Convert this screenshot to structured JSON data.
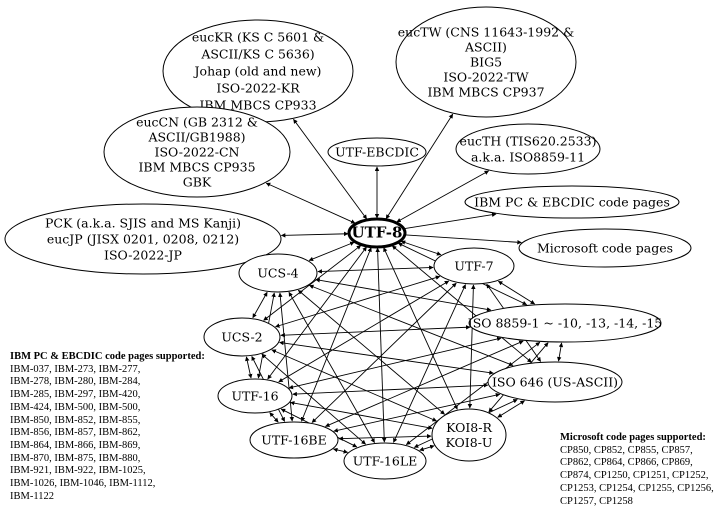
{
  "hub": {
    "label": "UTF-8"
  },
  "nodes": {
    "euckr": [
      "eucKR (KS C 5601 &",
      "ASCII/KS C 5636)",
      "Johap (old and new)",
      "ISO-2022-KR",
      "IBM MBCS CP933"
    ],
    "euctw": [
      "eucTW (CNS 11643-1992 &",
      "ASCII)",
      "BIG5",
      "ISO-2022-TW",
      "IBM MBCS CP937"
    ],
    "euccn": [
      "eucCN (GB 2312 &",
      "ASCII/GB1988)",
      "ISO-2022-CN",
      "IBM MBCS CP935",
      "GBK"
    ],
    "utf_ebcdic": [
      "UTF-EBCDIC"
    ],
    "eucth": [
      "eucTH (TIS620.2533)",
      "a.k.a. ISO8859-11"
    ],
    "ibm_pc": [
      "IBM PC & EBCDIC code pages"
    ],
    "pck": [
      "PCK (a.k.a. SJIS and MS Kanji)",
      "eucJP (JISX 0201, 0208, 0212)",
      "ISO-2022-JP"
    ],
    "microsoft": [
      "Microsoft code pages"
    ],
    "ucs4": [
      "UCS-4"
    ],
    "utf7": [
      "UTF-7"
    ],
    "iso8859": [
      "ISO 8859-1 ~ -10, -13, -14, -15"
    ],
    "ucs2": [
      "UCS-2"
    ],
    "iso646": [
      "ISO 646 (US-ASCII)"
    ],
    "utf16": [
      "UTF-16"
    ],
    "utf16be": [
      "UTF-16BE"
    ],
    "utf16le": [
      "UTF-16LE"
    ],
    "koi8": [
      "KOI8-R",
      "KOI8-U"
    ]
  },
  "ibm_note": {
    "title": "IBM PC & EBCDIC code pages supported:",
    "lines": [
      "IBM-037, IBM-273, IBM-277,",
      "IBM-278, IBM-280, IBM-284,",
      "IBM-285, IBM-297, IBM-420,",
      "IBM-424, IBM-500, IBM-500,",
      "IBM-850, IBM-852, IBM-855,",
      "IBM-856, IBM-857, IBM-862,",
      "IBM-864, IBM-866, IBM-869,",
      "IBM-870, IBM-875, IBM-880,",
      "IBM-921, IBM-922, IBM-1025,",
      "IBM-1026, IBM-1046, IBM-1112,",
      "IBM-1122"
    ]
  },
  "ms_note": {
    "title": "Microsoft code pages supported:",
    "lines": [
      "CP850, CP852, CP855, CP857,",
      "CP862, CP864, CP866, CP869,",
      "CP874, CP1250, CP1251, CP1252,",
      "CP1253, CP1254, CP1255, CP1256,",
      "CP1257, CP1258"
    ]
  }
}
